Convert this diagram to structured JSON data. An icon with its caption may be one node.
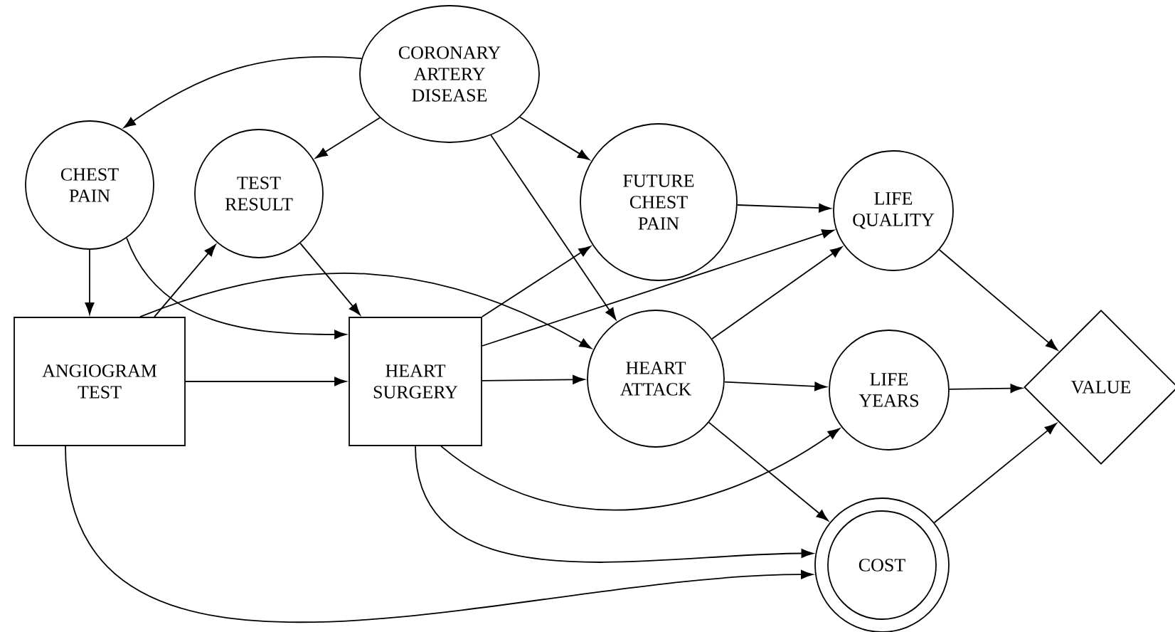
{
  "diagram": {
    "nodes": [
      {
        "text": [
          "CORONARY ARTERY DISEASE"
        ]
      },
      {
        "text": [
          "CHEST PAIN"
        ]
      },
      {
        "text": [
          "TEST RESULT"
        ]
      },
      {
        "text": [
          "FUTURE CHEST PAIN"
        ]
      },
      {
        "text": [
          "LIFE QUALITY"
        ]
      },
      {
        "text": [
          "ANGIOGRAM TEST"
        ]
      },
      {
        "text": [
          "HEART SURGERY"
        ]
      },
      {
        "text": [
          "HEART ATTACK"
        ]
      },
      {
        "text": [
          "LIFE YEARS"
        ]
      },
      {
        "text": [
          "VALUE"
        ]
      },
      {
        "text": [
          "COST"
        ]
      }
    ],
    "edges": [
      {
        "from": 0,
        "to": 1,
        "arrow": "to"
      },
      {
        "from": 0,
        "to": 2,
        "arrow": "to"
      },
      {
        "from": 0,
        "to": 3,
        "arrow": "to"
      },
      {
        "from": 0,
        "to": 7,
        "arrow": "to"
      },
      {
        "from": 1,
        "to": 5,
        "arrow": "to"
      },
      {
        "from": 1,
        "to": 6,
        "arrow": "to"
      },
      {
        "from": 5,
        "to": 2,
        "arrow": "to"
      },
      {
        "from": 2,
        "to": 6,
        "arrow": "to"
      },
      {
        "from": 5,
        "to": 6,
        "arrow": "to"
      },
      {
        "from": 5,
        "to": 7,
        "arrow": "to"
      },
      {
        "from": 5,
        "to": 10,
        "arrow": "to"
      },
      {
        "from": 6,
        "to": 3,
        "arrow": "to"
      },
      {
        "from": 6,
        "to": 4,
        "arrow": "to"
      },
      {
        "from": 6,
        "to": 7,
        "arrow": "to"
      },
      {
        "from": 6,
        "to": 8,
        "arrow": "to"
      },
      {
        "from": 6,
        "to": 10,
        "arrow": "to"
      },
      {
        "from": 3,
        "to": 4,
        "arrow": "to"
      },
      {
        "from": 7,
        "to": 4,
        "arrow": "to"
      },
      {
        "from": 7,
        "to": 8,
        "arrow": "to"
      },
      {
        "from": 7,
        "to": 10,
        "arrow": "to"
      },
      {
        "from": 4,
        "to": 9,
        "arrow": "to"
      },
      {
        "from": 8,
        "to": 9,
        "arrow": "to"
      },
      {
        "from": 10,
        "to": 9,
        "arrow": "to"
      }
    ]
  }
}
